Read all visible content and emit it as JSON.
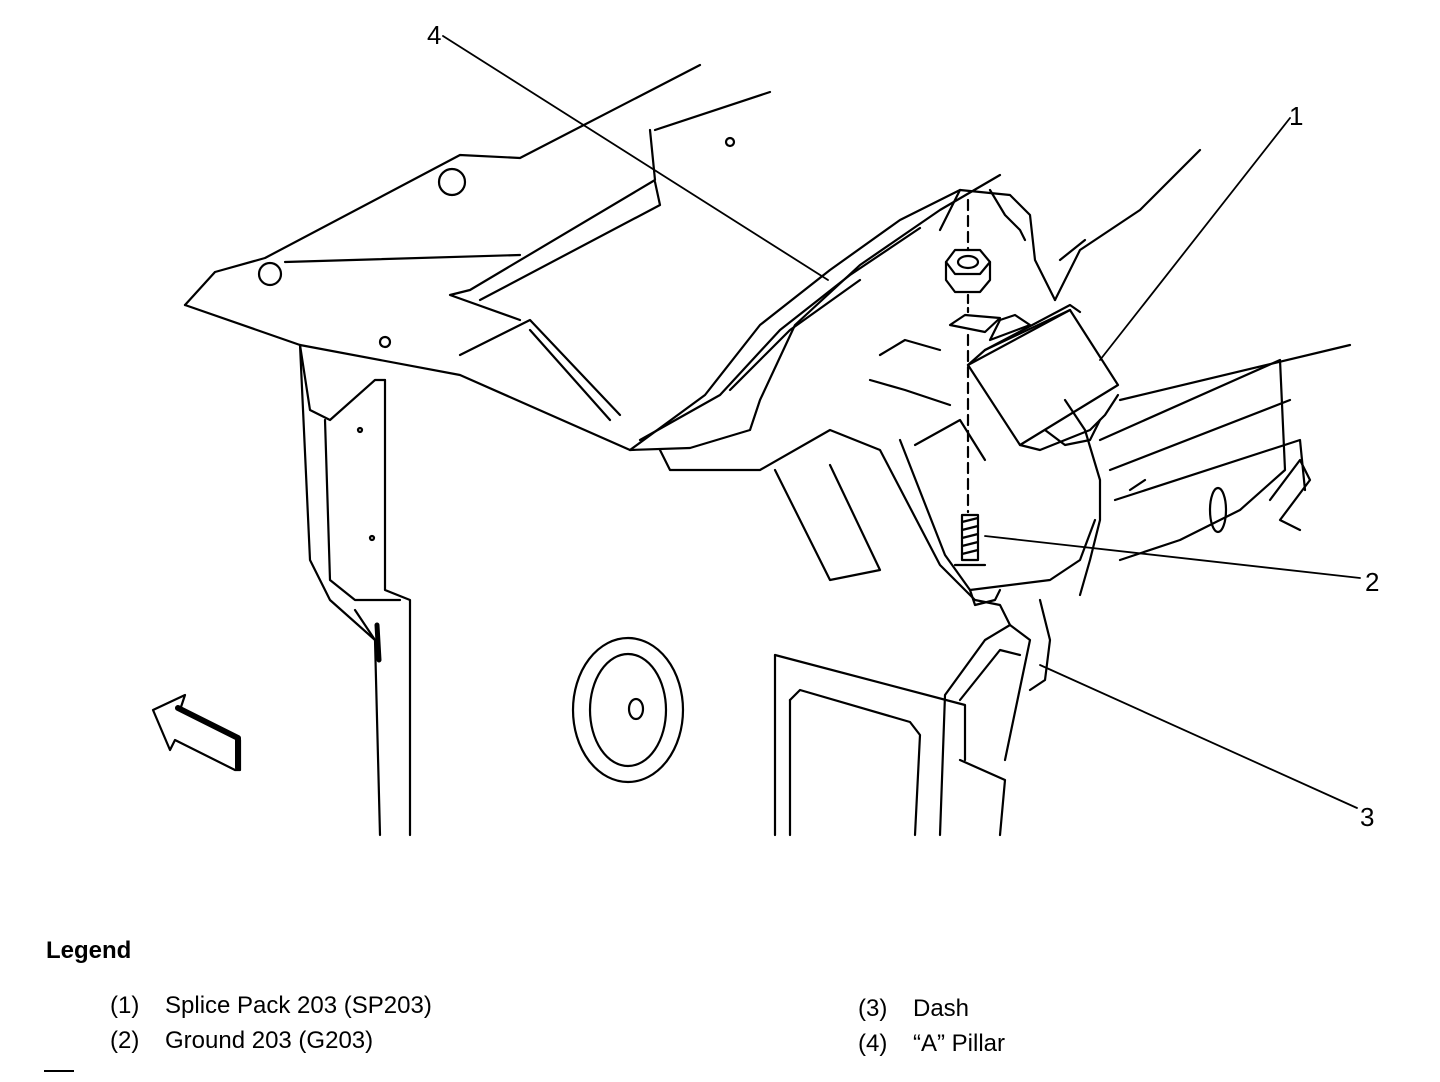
{
  "callouts": {
    "c1": "1",
    "c2": "2",
    "c3": "3",
    "c4": "4"
  },
  "legend": {
    "title": "Legend",
    "items": [
      {
        "num": "(1)",
        "label": "Splice Pack 203 (SP203)"
      },
      {
        "num": "(2)",
        "label": "Ground 203 (G203)"
      },
      {
        "num": "(3)",
        "label": "Dash"
      },
      {
        "num": "(4)",
        "label": "“A” Pillar"
      }
    ]
  },
  "colors": {
    "line": "#000000",
    "background": "#ffffff"
  }
}
